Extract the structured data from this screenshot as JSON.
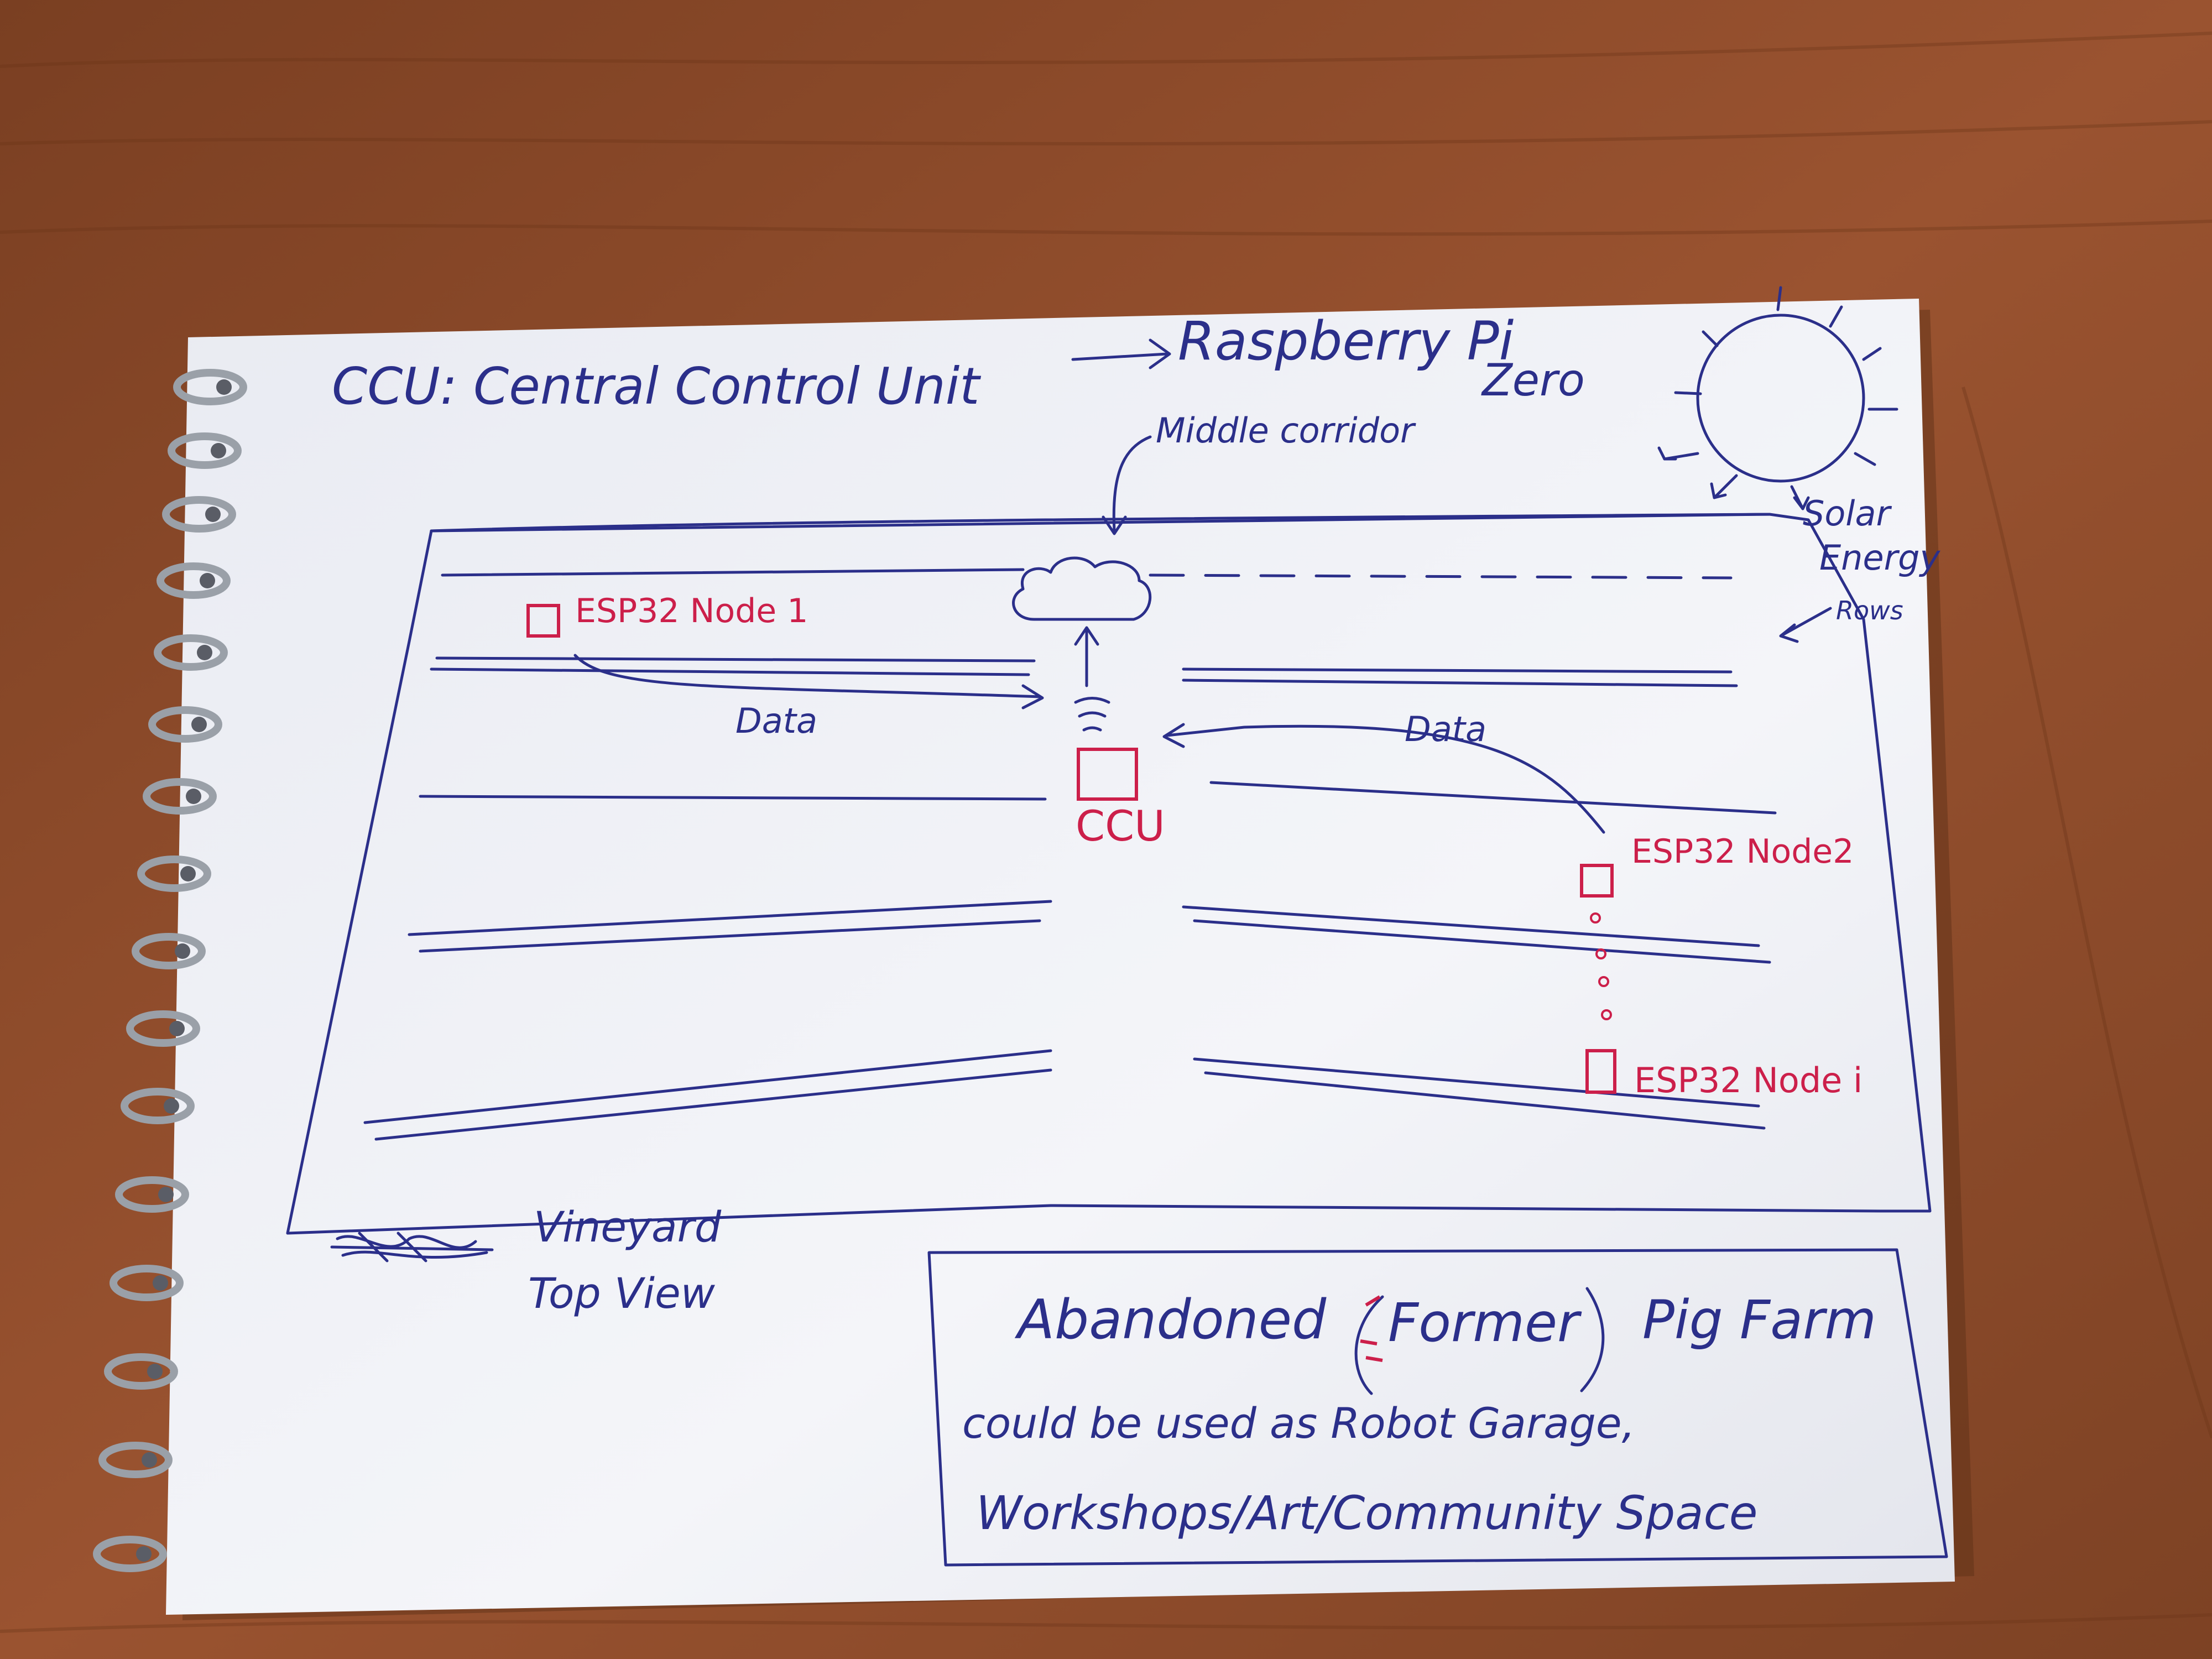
{
  "sketch": {
    "title": "CCU: Central Control Unit",
    "title_target_line1": "Raspberry Pi",
    "title_target_line2": "Zero",
    "middle_corridor": "Middle corridor",
    "solar_line1": "Solar",
    "solar_line2": "Energy",
    "rows": "Rows",
    "node1": "ESP32 Node 1",
    "node2": "ESP32 Node2",
    "nodei": "ESP32 Node i",
    "ccu": "CCU",
    "data_left": "Data",
    "data_right": "Data",
    "vineyard_line1": "Vineyard",
    "vineyard_line2": "Top View",
    "box_word1": "Abandoned",
    "box_word2": "Former",
    "box_word3": "Pig Farm",
    "box_line2": "could be used as  Robot Garage,",
    "box_line3": "Workshops/Art/Community Space"
  },
  "colors": {
    "ink_blue": "#2b2f8a",
    "ink_red": "#cc1f4a",
    "paper": "#f2f3f7",
    "table": "#8a4a2a"
  }
}
